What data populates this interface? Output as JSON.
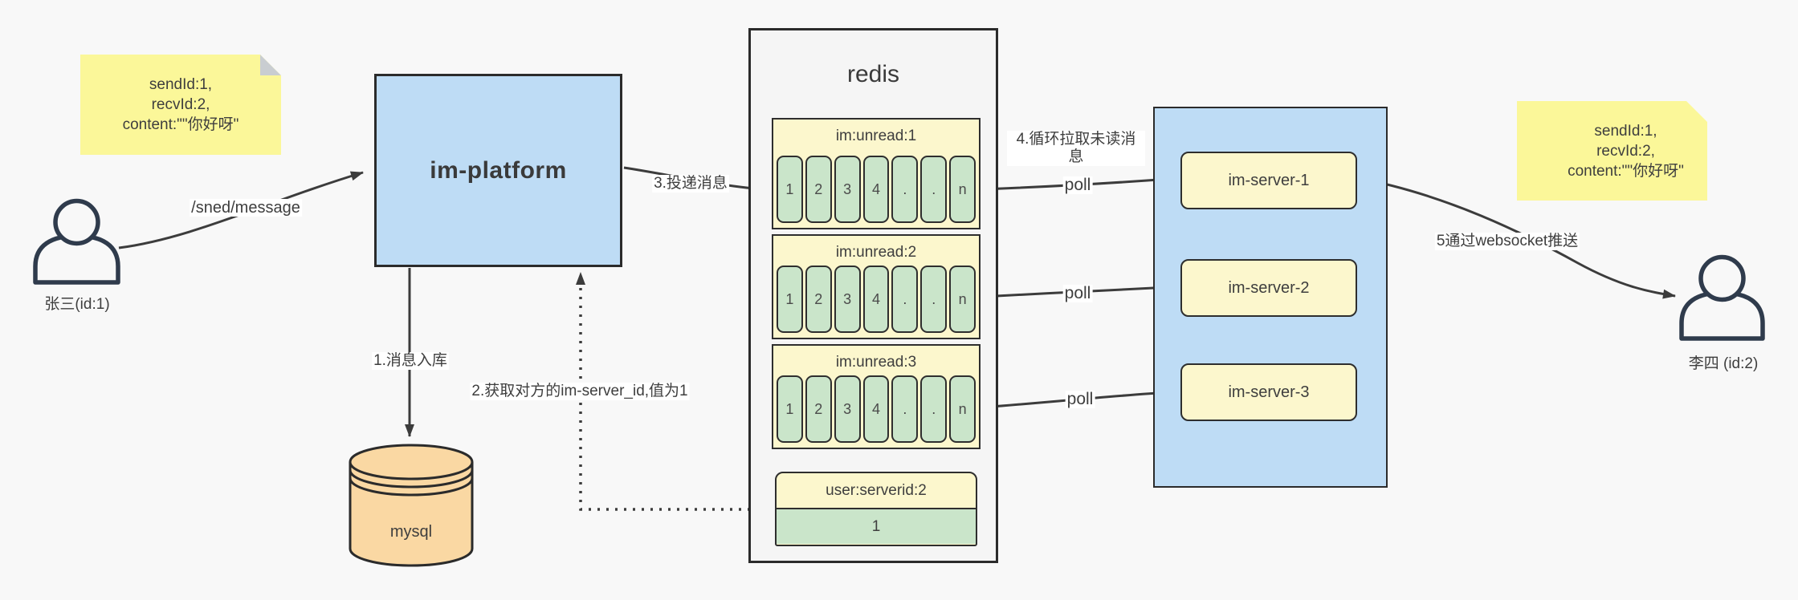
{
  "colors": {
    "background": "#F8F8F8",
    "node_blue": "#BEDCF5",
    "note_yellow": "#FBF799",
    "pale_yellow": "#FCF7CD",
    "cell_green": "#CAE5CA",
    "db_orange": "#FAD8A3",
    "line_dark": "#3C3C3C"
  },
  "actors": {
    "sender": "张三(id:1)",
    "receiver": "李四 (id:2)"
  },
  "message_payload": {
    "lines": [
      "sendId:1,",
      "recvId:2,",
      "content:\"\"你好呀\""
    ]
  },
  "platform": {
    "label": "im-platform"
  },
  "database": {
    "label": "mysql"
  },
  "redis": {
    "title": "redis",
    "queues": [
      {
        "name": "im:unread:1",
        "cells": [
          "1",
          "2",
          "3",
          "4",
          ".",
          ".",
          "n"
        ]
      },
      {
        "name": "im:unread:2",
        "cells": [
          "1",
          "2",
          "3",
          "4",
          ".",
          ".",
          "n"
        ]
      },
      {
        "name": "im:unread:3",
        "cells": [
          "1",
          "2",
          "3",
          "4",
          ".",
          ".",
          "n"
        ]
      }
    ],
    "kv": {
      "key": "user:serverid:2",
      "value": "1"
    }
  },
  "servers": [
    "im-server-1",
    "im-server-2",
    "im-server-3"
  ],
  "edge_labels": {
    "send_api": "/sned/message",
    "step1": "1.消息入库",
    "step2": "2.获取对方的im-server_id,值为1",
    "step3": "3.投递消息",
    "step4": "4.循环拉取未读消\n息",
    "poll": "poll",
    "step5": "5通过websocket推送"
  }
}
